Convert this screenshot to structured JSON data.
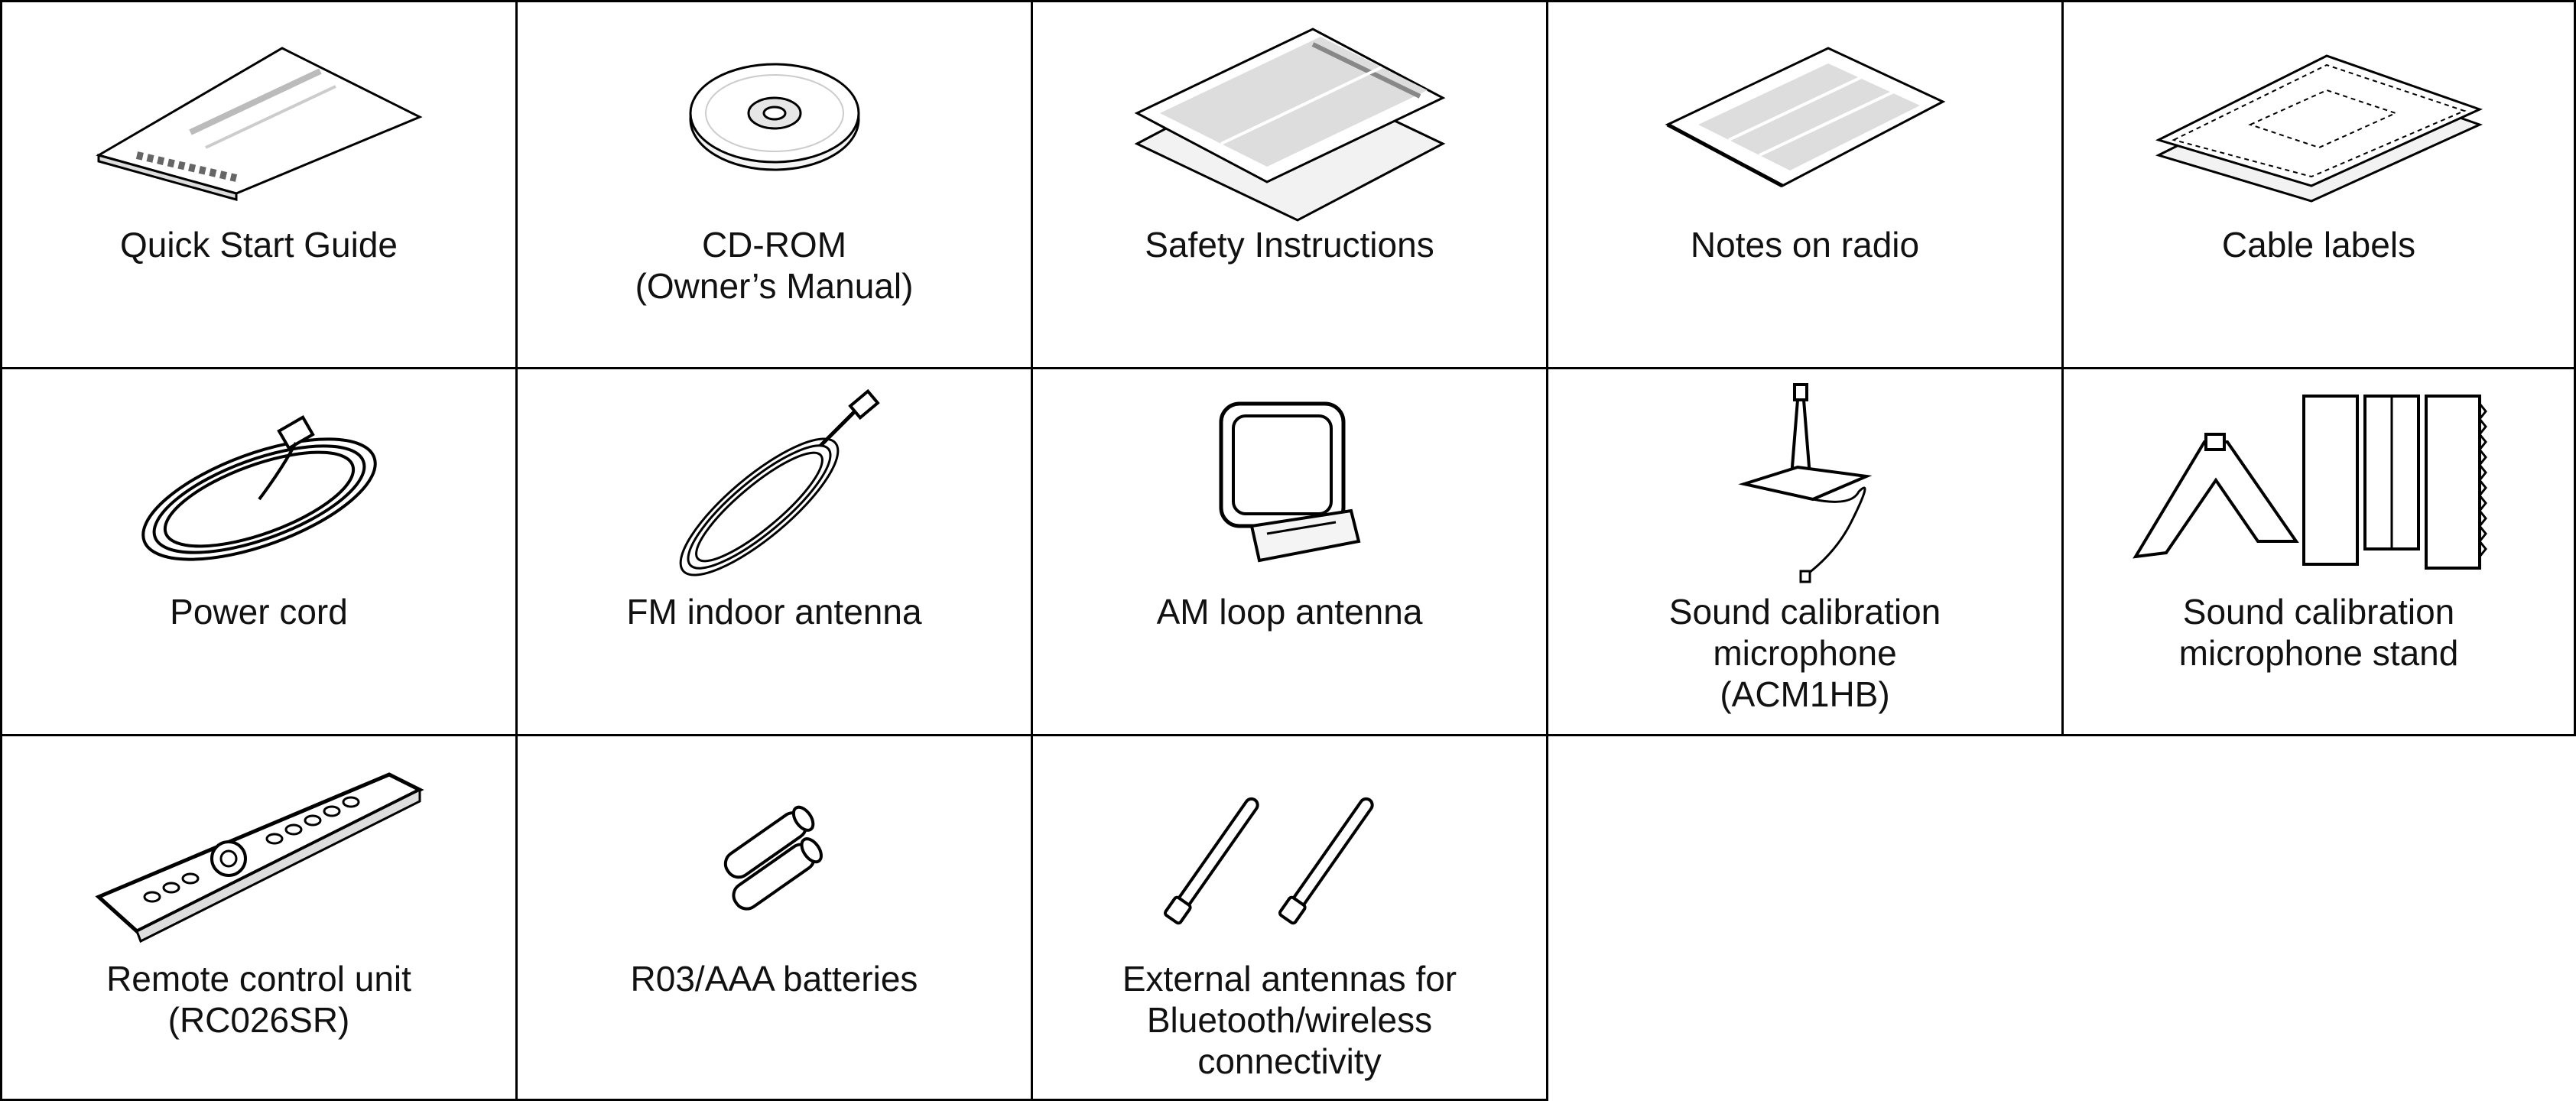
{
  "items": [
    {
      "lines": [
        "Quick Start Guide"
      ],
      "icon": "quick-start-guide-icon"
    },
    {
      "lines": [
        "CD-ROM",
        "(Owner’s Manual)"
      ],
      "icon": "cd-rom-icon"
    },
    {
      "lines": [
        "Safety Instructions"
      ],
      "icon": "safety-instructions-icon"
    },
    {
      "lines": [
        "Notes on radio"
      ],
      "icon": "notes-on-radio-icon"
    },
    {
      "lines": [
        "Cable labels"
      ],
      "icon": "cable-labels-icon"
    },
    {
      "lines": [
        "Power cord"
      ],
      "icon": "power-cord-icon"
    },
    {
      "lines": [
        "FM indoor antenna"
      ],
      "icon": "fm-indoor-antenna-icon"
    },
    {
      "lines": [
        "AM loop antenna"
      ],
      "icon": "am-loop-antenna-icon"
    },
    {
      "lines": [
        "Sound calibration",
        "microphone",
        "(ACM1HB)"
      ],
      "icon": "sound-calibration-microphone-icon"
    },
    {
      "lines": [
        "Sound calibration",
        "microphone stand"
      ],
      "icon": "microphone-stand-icon"
    },
    {
      "lines": [
        "Remote control unit",
        "(RC026SR)"
      ],
      "icon": "remote-control-icon"
    },
    {
      "lines": [
        "R03/AAA batteries"
      ],
      "icon": "batteries-icon"
    },
    {
      "lines": [
        "External antennas for",
        "Bluetooth/wireless",
        "connectivity"
      ],
      "icon": "external-antennas-icon"
    }
  ]
}
